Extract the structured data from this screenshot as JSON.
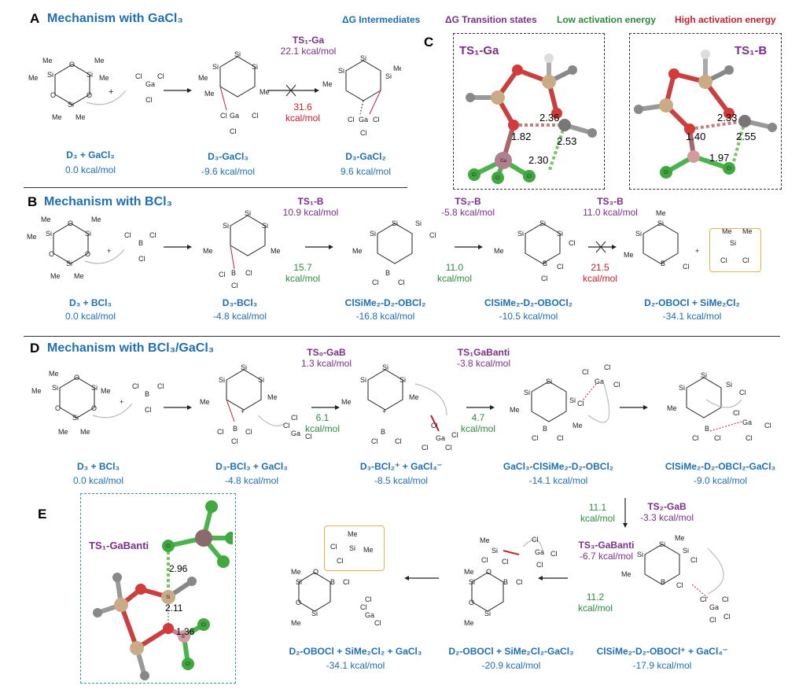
{
  "legend": {
    "dg_intermediates": "ΔG Intermediates",
    "dg_ts": "ΔG Transition states",
    "low": "Low activation energy",
    "high": "High activation energy",
    "colors": {
      "blue": "#1f6fb4",
      "purple": "#7b2f8b",
      "green": "#2e8b3f",
      "red": "#c8202f"
    }
  },
  "panelA": {
    "letter": "A",
    "title": "Mechanism with GaCl₃",
    "species": [
      {
        "name": "D₃ + GaCl₃",
        "energy": "0.0 kcal/mol"
      },
      {
        "name": "D₃-GaCl₃",
        "energy": "-9.6 kcal/mol"
      },
      {
        "name": "D₃-GaCl₂",
        "energy": "9.6 kcal/mol"
      }
    ],
    "ts": {
      "name": "TS₁-Ga",
      "energy": "22.1 kcal/mol"
    },
    "ea": {
      "value": "31.6",
      "unit": "kcal/mol"
    }
  },
  "panelB": {
    "letter": "B",
    "title": "Mechanism with BCl₃",
    "species": [
      {
        "name": "D₃ + BCl₃",
        "energy": "0.0 kcal/mol"
      },
      {
        "name": "D₃-BCl₃",
        "energy": "-4.8 kcal/mol"
      },
      {
        "name": "ClSiMe₂-D₂-OBCl₂",
        "energy": "-16.8 kcal/mol"
      },
      {
        "name": "ClSiMe₂-D₂-OBOCl₂",
        "energy": "-10.5 kcal/mol"
      },
      {
        "name": "D₂-OBOCl + SiMe₂Cl₂",
        "energy": "-34.1 kcal/mol"
      }
    ],
    "ts": [
      {
        "name": "TS₁-B",
        "energy": "10.9 kcal/mol"
      },
      {
        "name": "TS₂-B",
        "energy": "-5.8 kcal/mol"
      },
      {
        "name": "TS₃-B",
        "energy": "11.0 kcal/mol"
      }
    ],
    "ea": [
      {
        "value": "15.7",
        "unit": "kcal/mol"
      },
      {
        "value": "11.0",
        "unit": "kcal/mol"
      },
      {
        "value": "21.5",
        "unit": "kcal/mol"
      }
    ]
  },
  "panelC": {
    "letter": "C",
    "left": {
      "title": "TS₁-Ga",
      "d1": "2.36",
      "d2": "1.82",
      "d3": "2.53",
      "d4": "2.30"
    },
    "right": {
      "title": "TS₁-B",
      "d1": "2.33",
      "d2": "1.40",
      "d3": "2.55",
      "d4": "1.97"
    }
  },
  "panelD": {
    "letter": "D",
    "title": "Mechanism with BCl₃/GaCl₃",
    "species": [
      {
        "name": "D₃ + BCl₃",
        "energy": "0.0 kcal/mol"
      },
      {
        "name": "D₃-BCl₃ + GaCl₃",
        "energy": "-4.8 kcal/mol"
      },
      {
        "name": "D₃-BCl₂⁺ + GaCl₄⁻",
        "energy": "-8.5 kcal/mol"
      },
      {
        "name": "GaCl₃-ClSiMe₂-D₂-OBCl₂",
        "energy": "-14.1 kcal/mol"
      },
      {
        "name": "ClSiMe₂-D₂-OBCl₂-GaCl₃",
        "energy": "-9.0 kcal/mol"
      },
      {
        "name": "ClSiMe₂-D₂-OBOCl⁺ + GaCl₄⁻",
        "energy": "-17.9 kcal/mol"
      },
      {
        "name": "D₂-OBOCl + SiMe₂Cl₂-GaCl₃",
        "energy": "-20.9 kcal/mol"
      },
      {
        "name": "D₂-OBOCl + SiMe₂Cl₂ + GaCl₃",
        "energy": "-34.1 kcal/mol"
      }
    ],
    "ts": [
      {
        "name": "TS₀-GaB",
        "energy": "1.3 kcal/mol"
      },
      {
        "name": "TS₁GaBanti",
        "energy": "-3.8 kcal/mol"
      },
      {
        "name": "TS₂-GaB",
        "energy": "-3.3 kcal/mol"
      },
      {
        "name": "TS₃-GaBanti",
        "energy": "-6.7 kcal/mol"
      }
    ],
    "ea": [
      {
        "value": "6.1",
        "unit": "kcal/mol"
      },
      {
        "value": "4.7",
        "unit": "kcal/mol"
      },
      {
        "value": "11.1",
        "unit": "kcal/mol"
      },
      {
        "value": "11.2",
        "unit": "kcal/mol"
      }
    ]
  },
  "panelE": {
    "letter": "E",
    "title": "TS₁-GaBanti",
    "d1": "2.96",
    "d2": "2.11",
    "d3": "1.36"
  },
  "atoms": {
    "me": "Me",
    "si": "Si",
    "o": "O",
    "cl": "Cl",
    "ga": "Ga",
    "b": "B",
    "plus": "+",
    "minus": "−"
  }
}
